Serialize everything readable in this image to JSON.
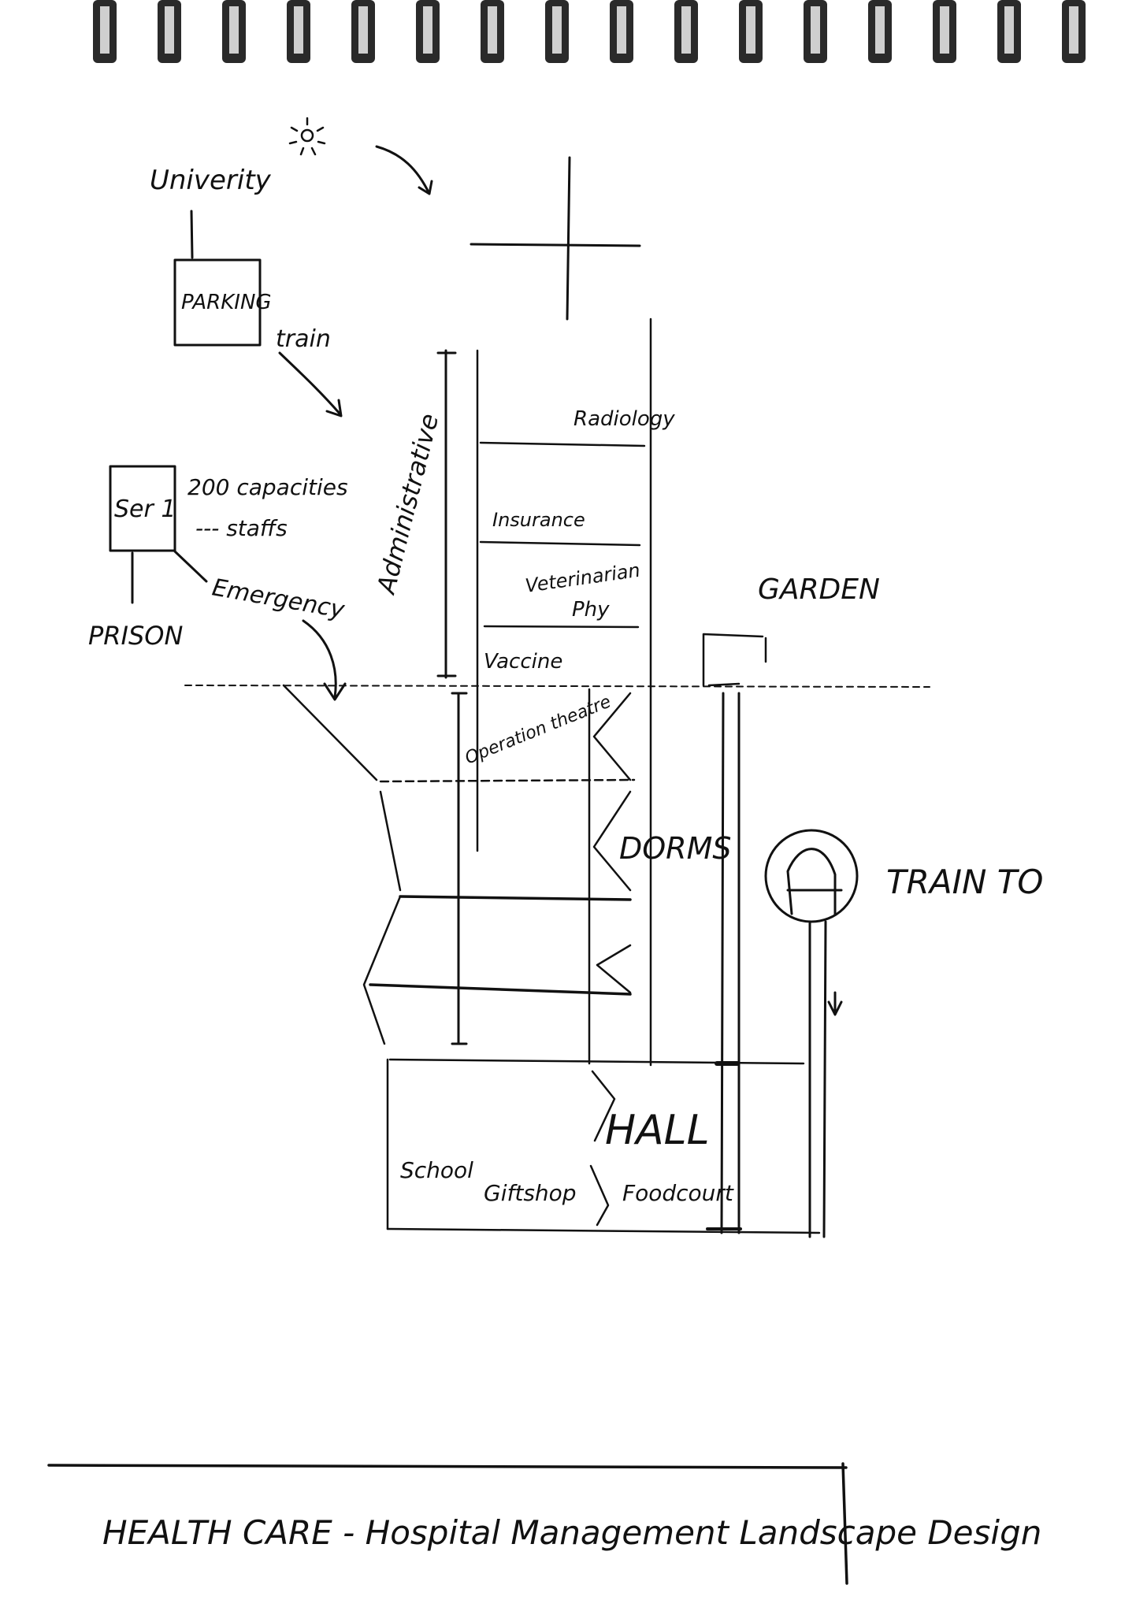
{
  "sketch": {
    "labels": {
      "university": "Univerity",
      "parking": "PARKING",
      "train": "train",
      "ser1": "Ser 1",
      "capacity": "200 capacities",
      "staffs": "--- staffs",
      "emergency": "Emergency",
      "prison": "PRISON",
      "administrative": "Administrative",
      "radiology": "Radiology",
      "insurance": "Insurance",
      "veterinarian": "Veterinarian",
      "pharmacy": "Phy",
      "vaccine": "Vaccine",
      "operation_theatre": "Operation theatre",
      "dorms": "DORMS",
      "garden": "GARDEN",
      "train_to": "TRAIN TO",
      "hall": "HALL",
      "school": "School",
      "giftshop": "Giftshop",
      "foodcourt": "Foodcourt"
    },
    "title": "HEALTH CARE - Hospital Management Landscape Design"
  },
  "colors": {
    "ink": "#111111",
    "paper": "#ffffff",
    "spiral": "#2a2a2a"
  }
}
